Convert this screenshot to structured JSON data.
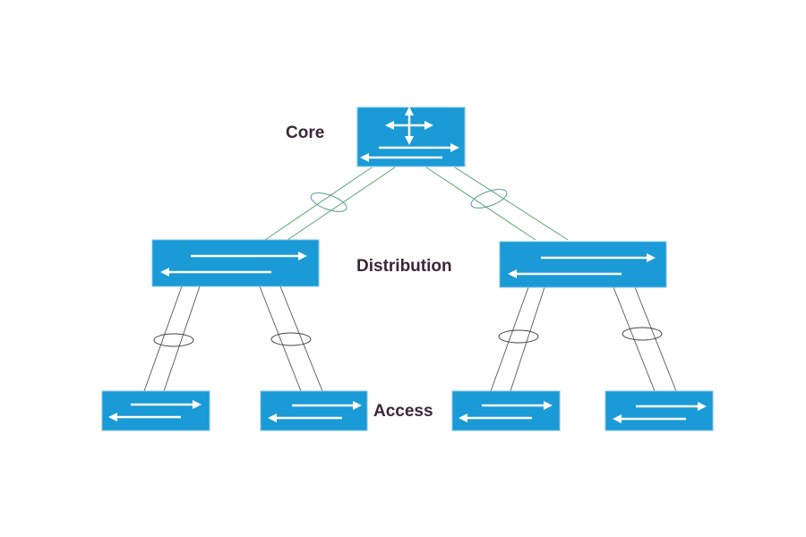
{
  "labels": {
    "core": "Core",
    "distribution": "Distribution",
    "access": "Access"
  },
  "colors": {
    "switch_fill": "#1a9ad7",
    "core_links": "#5aa86a",
    "access_links": "#555555",
    "label_text": "#3a2838"
  }
}
